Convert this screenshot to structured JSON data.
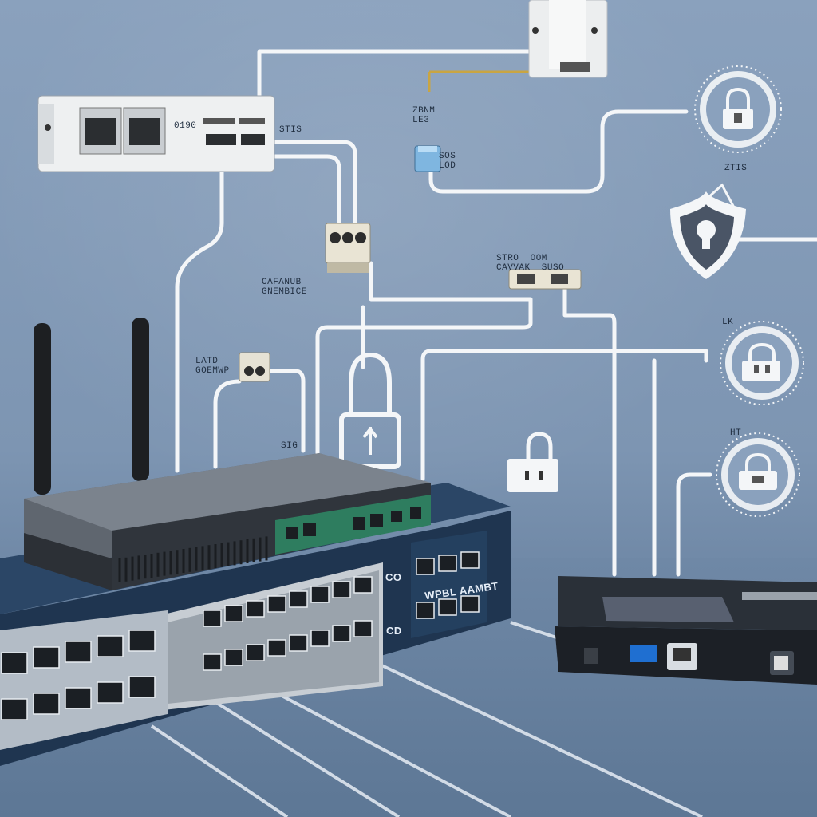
{
  "scene": {
    "description_tags": [
      "network",
      "router",
      "switch",
      "security",
      "padlock"
    ],
    "colors": {
      "wall": "#8aa1bd",
      "cable": "#f4f6f8",
      "switch_body": "#1f3550",
      "router_body": "#3b4048",
      "router_accent": "#2e7d5f",
      "icon_ring": "#ffffff"
    }
  },
  "labels": {
    "wall_module_code": "0190",
    "top_connector_label": "ZBNM\nLE3",
    "mid_connector_label": "SOS\nLOD",
    "left_tag_label": "CAFANUB\nGNEMBICE",
    "small_tag_label": "LATD\nGOEMWP",
    "right_tag_label": "STRO  OOM\nCAVVAK  SUSO",
    "side_code_1": "STIS",
    "side_code_2": "SIG",
    "shield_code": "ZTIS",
    "lock_ring_label_1": "LK",
    "lock_ring_label_2": "HT",
    "switch_model": "WPBL AAMBT",
    "switch_port_a": "CO",
    "switch_port_b": "CD"
  },
  "icons": [
    "padlock-ring-icon",
    "shield-lock-icon",
    "padlock-ring-icon",
    "padlock-ring-icon",
    "padlock-icon",
    "padlock-small-icon"
  ]
}
